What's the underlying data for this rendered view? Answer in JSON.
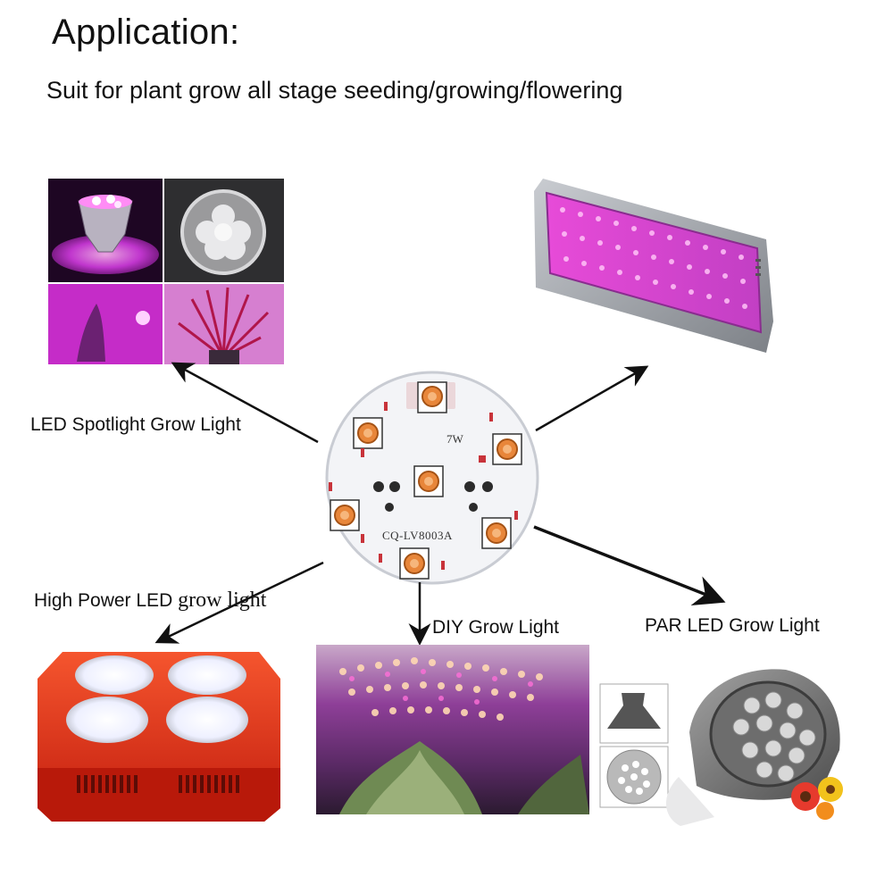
{
  "header": {
    "title": "Application:",
    "subtitle": "Suit for plant grow all stage seeding/growing/flowering"
  },
  "center_board": {
    "wattage": "7W",
    "model": "CQ-LV8003A"
  },
  "products": {
    "spotlight": {
      "label": "LED Spotlight Grow Light"
    },
    "high_power": {
      "label_a": "High Power LED ",
      "label_b": "grow light"
    },
    "diy": {
      "label": "DIY Grow Light"
    },
    "par": {
      "label": "PAR LED Grow Light"
    }
  },
  "colors": {
    "magenta": "#d23be0",
    "panel_grey": "#9a9ea3",
    "red_housing": "#e8321c",
    "board_white": "#f3f4f7",
    "led_orange": "#e8863a"
  },
  "icons": [
    "arrow-icon",
    "led-chip-icon",
    "plant-icon",
    "bulb-icon",
    "flower-icon"
  ]
}
